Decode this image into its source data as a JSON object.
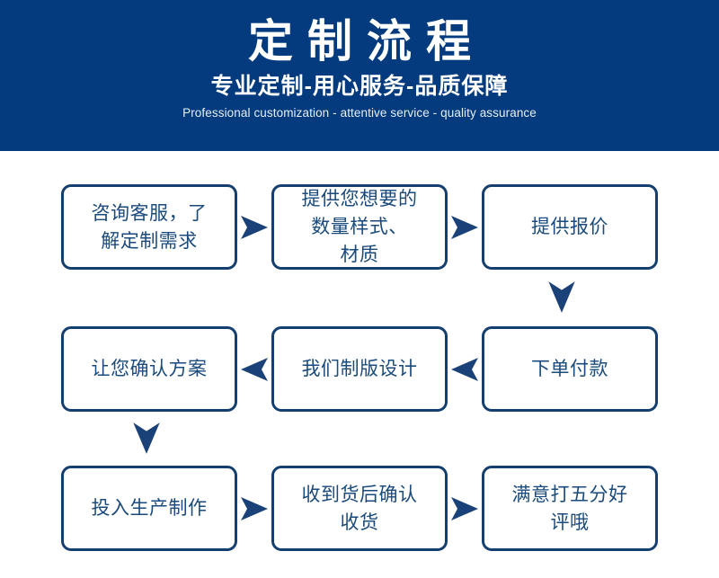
{
  "banner": {
    "title": "定制流程",
    "subtitle_cn": "专业定制-用心服务-品质保障",
    "subtitle_en": "Professional customization - attentive service - quality assurance",
    "background_color": "#033b7e",
    "title_color": "#ffffff"
  },
  "theme": {
    "box_border_color": "#153f6e",
    "box_text_color": "#1b4a7c",
    "arrow_color": "#1b4278",
    "page_background": "#ffffff"
  },
  "flow": {
    "rows": [
      {
        "direction": "left-to-right",
        "nodes": [
          {
            "label": "咨询客服，了\n解定制需求"
          },
          {
            "label": "提供您想要的\n数量样式、\n材质"
          },
          {
            "label": "提供报价"
          }
        ],
        "arrows": [
          "arrow-right-icon",
          "arrow-right-icon"
        ]
      },
      {
        "direction": "right-to-left",
        "nodes": [
          {
            "label": "下单付款"
          },
          {
            "label": "我们制版设计"
          },
          {
            "label": "让您确认方案"
          }
        ],
        "arrows": [
          "arrow-left-icon",
          "arrow-left-icon"
        ]
      },
      {
        "direction": "left-to-right",
        "nodes": [
          {
            "label": "投入生产制作"
          },
          {
            "label": "收到货后确认\n收货"
          },
          {
            "label": "满意打五分好\n评哦"
          }
        ],
        "arrows": [
          "arrow-right-icon",
          "arrow-right-icon"
        ]
      }
    ],
    "drop_arrows": [
      {
        "name": "arrow-down-icon-right",
        "from": "提供报价",
        "to": "下单付款"
      },
      {
        "name": "arrow-down-icon-left",
        "from": "让您确认方案",
        "to": "投入生产制作"
      }
    ]
  }
}
